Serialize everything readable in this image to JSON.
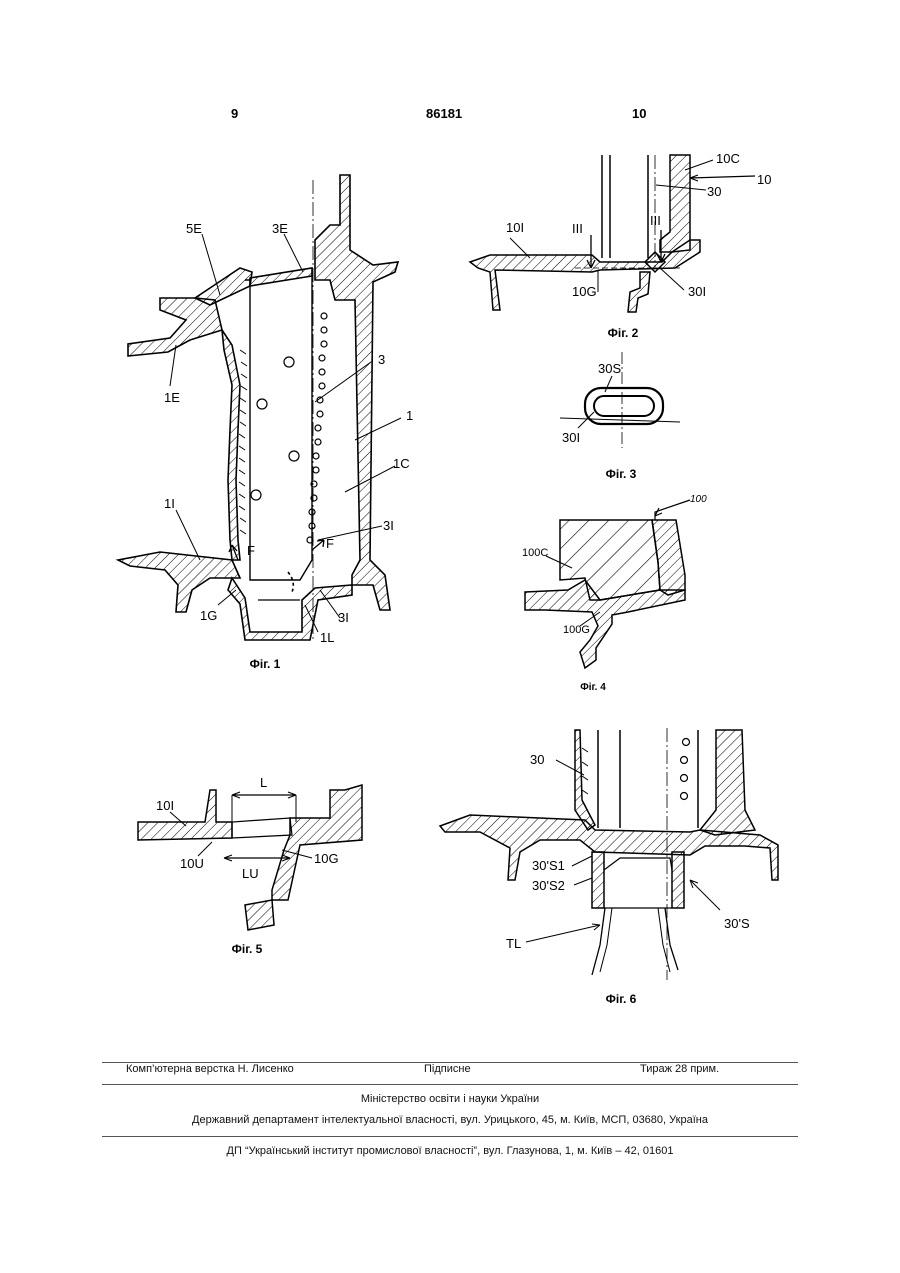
{
  "header": {
    "left_col": "9",
    "patent_no": "86181",
    "right_col": "10"
  },
  "fig1": {
    "caption": "Фіг. 1",
    "labels": {
      "l5E": "5E",
      "l3E": "3E",
      "l3": "3",
      "l1": "1",
      "l1E": "1E",
      "l1C": "1C",
      "l1I": "1I",
      "l3I": "3I",
      "lF": "F",
      "lF2": "F",
      "l1G": "1G",
      "l3I2": "3I",
      "l1L": "1L"
    }
  },
  "fig2": {
    "caption": "Фіг. 2",
    "labels": {
      "l10C": "10C",
      "l30": "30",
      "l10": "10",
      "l10I": "10I",
      "lIII": "III",
      "lIII2": "III",
      "l10G": "10G",
      "l30I": "30I"
    }
  },
  "fig3": {
    "caption": "Фіг. 3",
    "labels": {
      "l30S": "30S",
      "l30I": "30I"
    }
  },
  "fig4": {
    "caption": "Фіг. 4",
    "labels": {
      "l100": "100",
      "l100C": "100C",
      "l100G": "100G"
    }
  },
  "fig5": {
    "caption": "Фіг. 5",
    "labels": {
      "lL": "L",
      "l10I": "10I",
      "l10U": "10U",
      "lLU": "LU",
      "l10G": "10G"
    }
  },
  "fig6": {
    "caption": "Фіг. 6",
    "labels": {
      "l30": "30",
      "l30S1": "30'S1",
      "l30S2": "30'S2",
      "l30S": "30'S",
      "lTL": "TL"
    }
  },
  "footer": {
    "typesetting": "Комп’ютерна верстка Н. Лисенко",
    "signed": "Підписне",
    "circulation": "Тираж 28 прим.",
    "ministry": "Міністерство освіти і науки України",
    "department": "Державний департамент інтелектуальної власності, вул. Урицького, 45, м. Київ, МСП, 03680, Україна",
    "institute": "ДП “Український інститут промислової власності”, вул. Глазунова, 1, м. Київ – 42, 01601"
  }
}
